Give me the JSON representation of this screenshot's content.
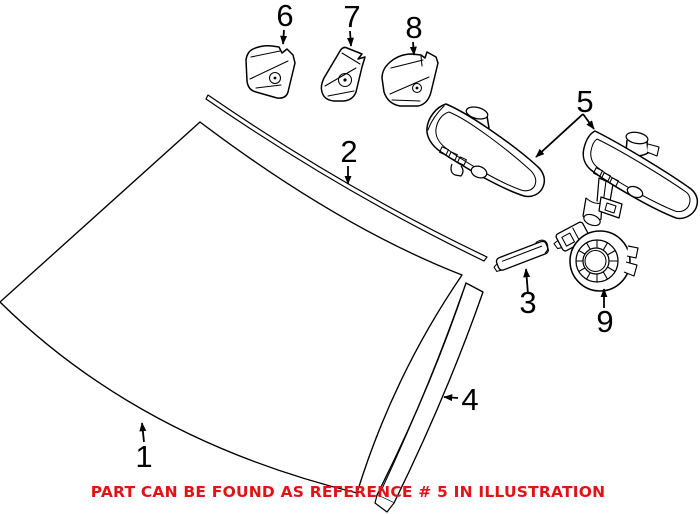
{
  "diagram": {
    "background": "#ffffff",
    "line_color": "#000000",
    "callouts": [
      "1",
      "2",
      "3",
      "4",
      "5",
      "6",
      "7",
      "8",
      "9"
    ],
    "note": {
      "text": "PART CAN BE FOUND AS REFERENCE # 5 IN ILLUSTRATION",
      "color": "#e01315"
    }
  }
}
